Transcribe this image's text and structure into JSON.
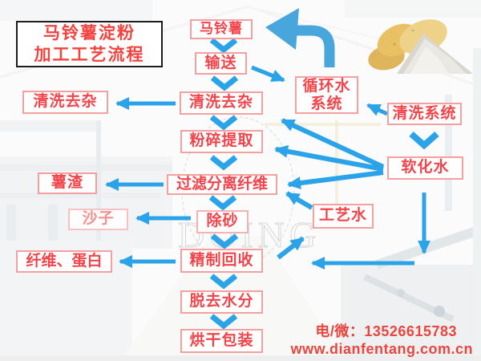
{
  "title": {
    "line1": "马铃薯淀粉",
    "line2": "加工工艺流程"
  },
  "main_flow": {
    "potato": "马铃薯",
    "convey": "输送",
    "wash": "清洗去杂",
    "crush": "粉碎提取",
    "filter": "过滤分离纤维",
    "desand": "除砂",
    "refine": "精制回收",
    "dewater": "脱去水分",
    "dry": "烘干包装"
  },
  "byproducts": {
    "wash_out": "清洗去杂",
    "residue": "薯渣",
    "sand": "沙子",
    "fiber_protein": "纤维、蛋白"
  },
  "water_system": {
    "circulating_line1": "循环水",
    "circulating_line2": "系统",
    "washing": "清洗系统",
    "softened": "软化水",
    "process": "工艺水"
  },
  "contact": {
    "phone": "电/微：13526615783",
    "website": "www.dianfentang.com.cn"
  },
  "watermark": "DOING",
  "colors": {
    "arrow_blue": "#2ba3e9",
    "return_arrow_blue": "#49a6dc",
    "text_red": "#f2444b",
    "border_pink": "#f4a0a0",
    "contact_red": "#e8463f"
  }
}
